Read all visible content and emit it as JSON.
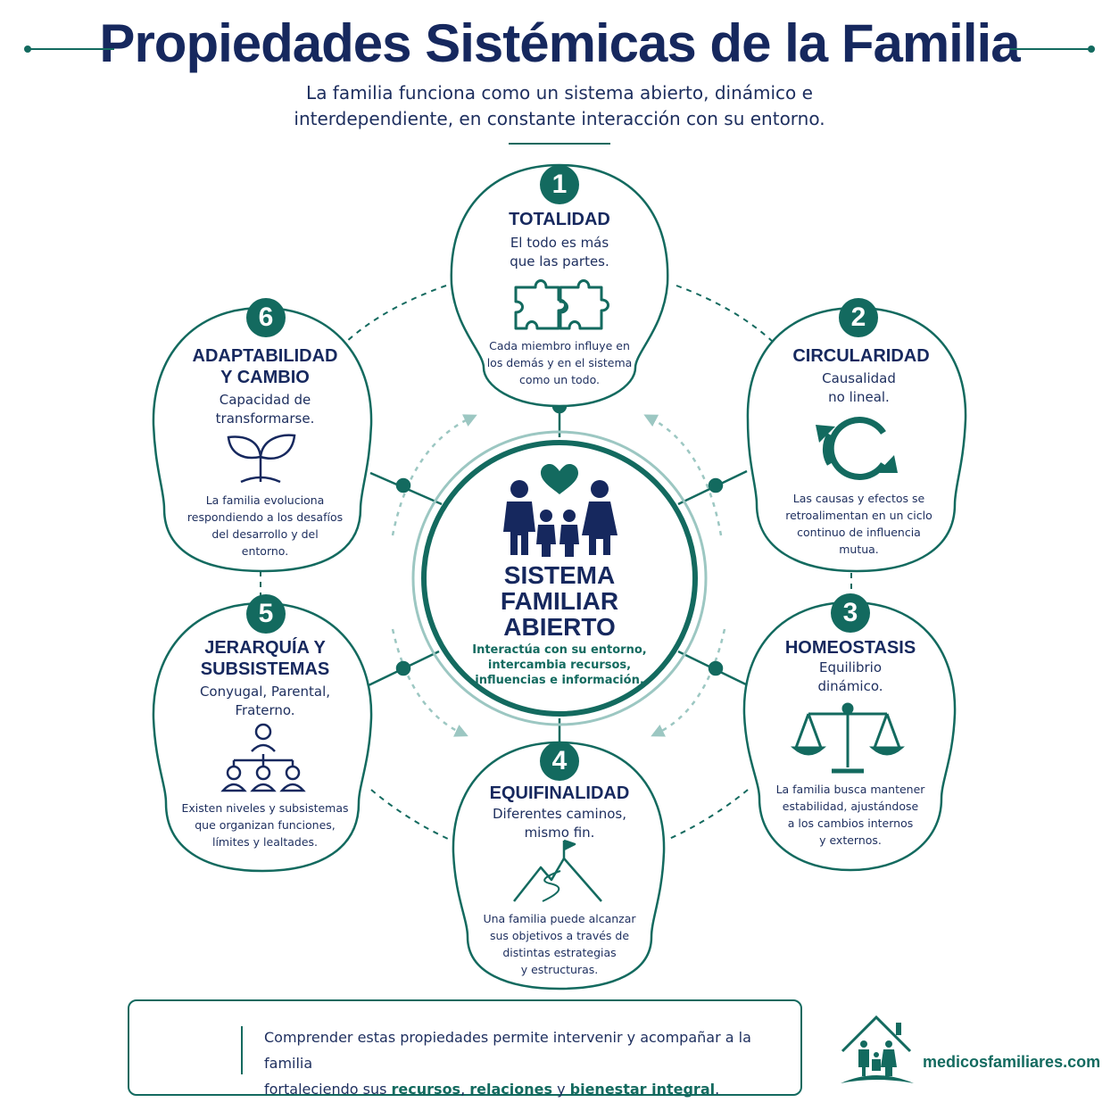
{
  "header": {
    "title": "Propiedades Sistémicas de la Familia",
    "subtitle_line1": "La familia funciona como un sistema abierto, dinámico e",
    "subtitle_line2": "interdependiente, en constante interacción con su entorno."
  },
  "colors": {
    "primary": "#136a5f",
    "navy": "#16285e",
    "light": "#9cc7c2"
  },
  "center": {
    "title_line1": "SISTEMA",
    "title_line2": "FAMILIAR",
    "title_line3": "ABIERTO",
    "text_line1": "Interactúa con su entorno,",
    "text_line2": "intercambia recursos,",
    "text_line3": "influencias e información.",
    "icon": "family-heart-icon"
  },
  "properties": [
    {
      "number": "1",
      "title1": "TOTALIDAD",
      "title2": "",
      "sub1": "El todo es más",
      "sub2": "que las partes.",
      "desc1": "Cada miembro influye en",
      "desc2": "los demás y en el sistema",
      "desc3": "como un todo.",
      "desc4": "",
      "icon": "puzzle-icon"
    },
    {
      "number": "2",
      "title1": "CIRCULARIDAD",
      "title2": "",
      "sub1": "Causalidad",
      "sub2": "no lineal.",
      "desc1": "Las causas y efectos se",
      "desc2": "retroalimentan en un ciclo",
      "desc3": "continuo de influencia",
      "desc4": "mutua.",
      "icon": "cycle-arrows-icon"
    },
    {
      "number": "3",
      "title1": "HOMEOSTASIS",
      "title2": "",
      "sub1": "Equilibrio",
      "sub2": "dinámico.",
      "desc1": "La familia busca mantener",
      "desc2": "estabilidad, ajustándose",
      "desc3": "a los cambios internos",
      "desc4": "y externos.",
      "icon": "balance-scale-icon"
    },
    {
      "number": "4",
      "title1": "EQUIFINALIDAD",
      "title2": "",
      "sub1": "Diferentes caminos,",
      "sub2": "mismo fin.",
      "desc1": "Una familia puede alcanzar",
      "desc2": "sus objetivos a través de",
      "desc3": "distintas estrategias",
      "desc4": "y estructuras.",
      "icon": "mountain-flag-icon"
    },
    {
      "number": "5",
      "title1": "JERARQUÍA Y",
      "title2": "SUBSISTEMAS",
      "sub1": "Conyugal, Parental,",
      "sub2": "Fraterno.",
      "desc1": "Existen niveles y subsistemas",
      "desc2": "que organizan funciones,",
      "desc3": "límites y lealtades.",
      "desc4": "",
      "icon": "hierarchy-icon"
    },
    {
      "number": "6",
      "title1": "ADAPTABILIDAD",
      "title2": "Y CAMBIO",
      "sub1": "Capacidad de",
      "sub2": "transformarse.",
      "desc1": "La familia evoluciona",
      "desc2": "respondiendo a los desafíos",
      "desc3": "del desarrollo y del",
      "desc4": "entorno.",
      "icon": "sprout-icon"
    }
  ],
  "footer": {
    "line1": "Comprender estas propiedades permite intervenir y acompañar a la familia",
    "line2_prefix": "fortaleciendo sus ",
    "hl1": "recursos",
    "sep1": ", ",
    "hl2": "relaciones",
    "sep2": " y ",
    "hl3": "bienestar integral",
    "end": ".",
    "icon": "family-house-icon"
  },
  "brand": {
    "name": "medicosfamiliares.com",
    "icon": "family-home-logo-icon"
  }
}
